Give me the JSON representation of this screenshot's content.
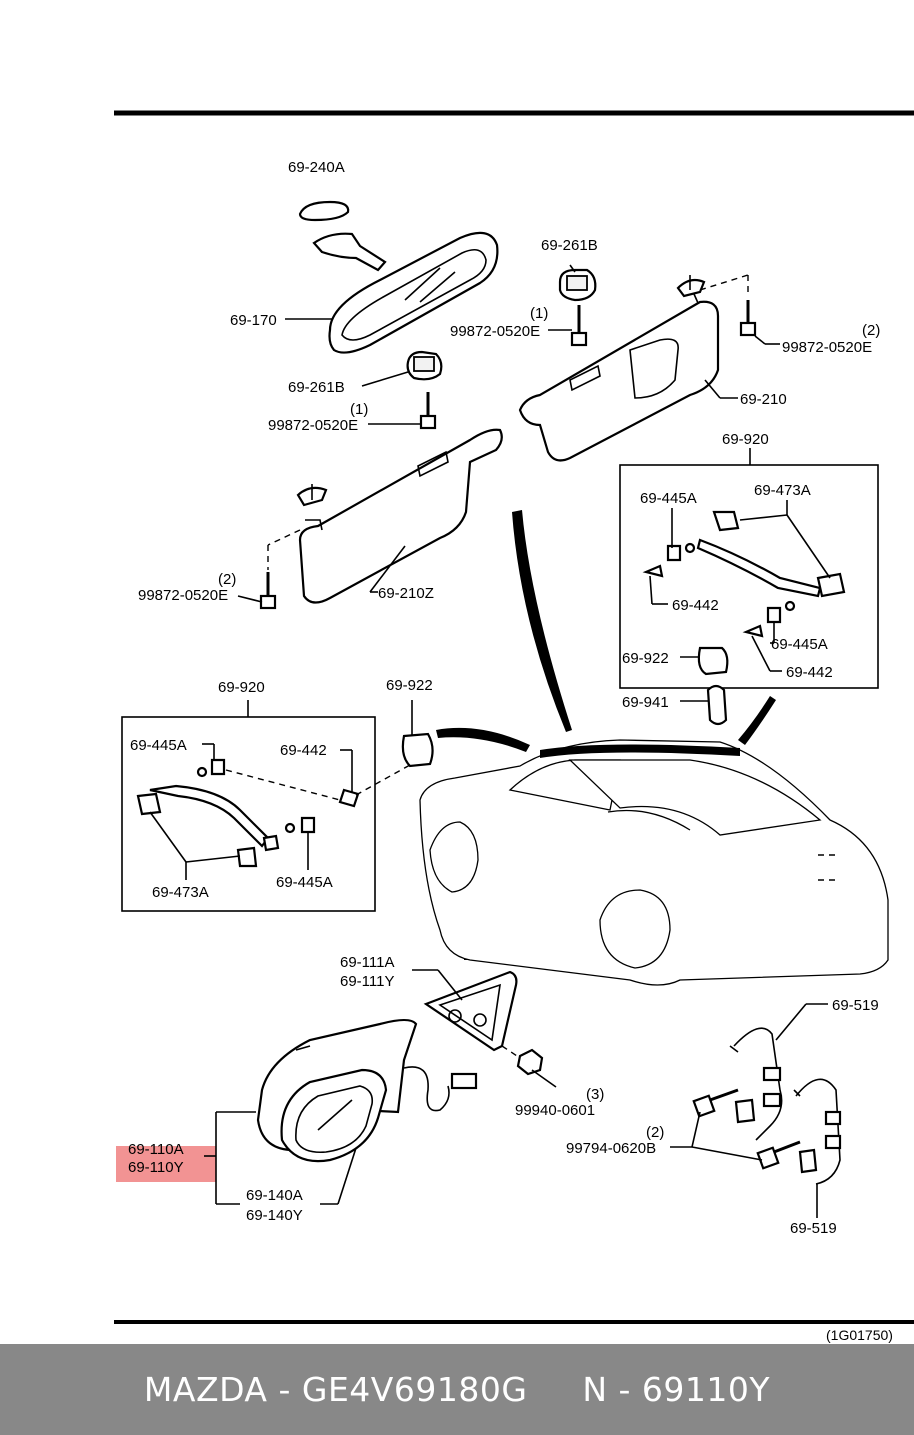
{
  "diagram": {
    "ref_code": "(1G01750)",
    "labels": {
      "p69_240A": "69-240A",
      "p69_170": "69-170",
      "p69_261B_top": "69-261B",
      "screw1_top_qty": "(1)",
      "screw1_top": "99872-0520E",
      "p69_261B_mid": "69-261B",
      "screw1_mid_qty": "(1)",
      "screw1_mid": "99872-0520E",
      "screw2_right_qty": "(2)",
      "screw2_right": "99872-0520E",
      "p69_210": "69-210",
      "p69_210Z": "69-210Z",
      "screw2_left_qty": "(2)",
      "screw2_left": "99872-0520E",
      "rbox_title": "69-920",
      "rbox_445A_top": "69-445A",
      "rbox_473A": "69-473A",
      "rbox_442_top": "69-442",
      "rbox_445A_bottom": "69-445A",
      "rbox_442_bottom": "69-442",
      "p69_922_right": "69-922",
      "p69_941": "69-941",
      "lbox_title": "69-920",
      "p69_922_left": "69-922",
      "lbox_445A_top": "69-445A",
      "lbox_442": "69-442",
      "lbox_473A": "69-473A",
      "lbox_445A_bottom": "69-445A",
      "p69_111A": "69-111A",
      "p69_111Y": "69-111Y",
      "p69_519_top": "69-519",
      "nut_qty": "(3)",
      "nut": "99940-0601",
      "bolt_qty": "(2)",
      "bolt": "99794-0620B",
      "p69_519_bottom": "69-519",
      "p69_110A": "69-110A",
      "p69_110Y": "69-110Y",
      "p69_140A": "69-140A",
      "p69_140Y": "69-140Y"
    },
    "highlight_color": "#f08080"
  },
  "footer": {
    "caption": "MAZDA - GE4V69180G     N - 69110Y"
  }
}
